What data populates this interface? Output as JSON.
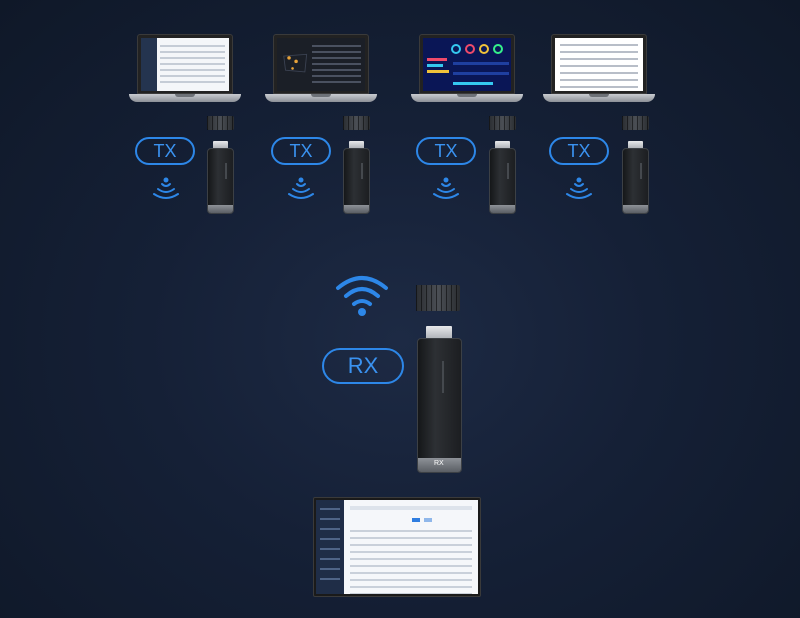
{
  "transmitters": [
    {
      "label": "TX",
      "screen": "light-table"
    },
    {
      "label": "TX",
      "screen": "dark-map"
    },
    {
      "label": "TX",
      "screen": "blue-dashboard"
    },
    {
      "label": "TX",
      "screen": "document"
    }
  ],
  "receiver": {
    "label": "RX",
    "cap_label": "RX"
  },
  "icons": {
    "tx_signal": "broadcast-icon",
    "rx_signal": "wifi-icon"
  },
  "colors": {
    "accent": "#2d87e8",
    "background": "#152036"
  }
}
